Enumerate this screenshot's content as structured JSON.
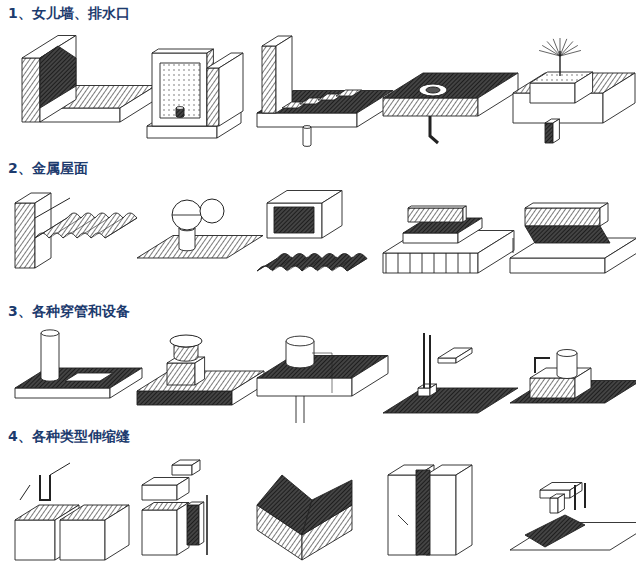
{
  "diagram": {
    "labels": [
      "1、女儿墙、排水口",
      "2、金属屋面",
      "3、各种穿管和设备",
      "4、各种类型伸缩缝"
    ]
  }
}
